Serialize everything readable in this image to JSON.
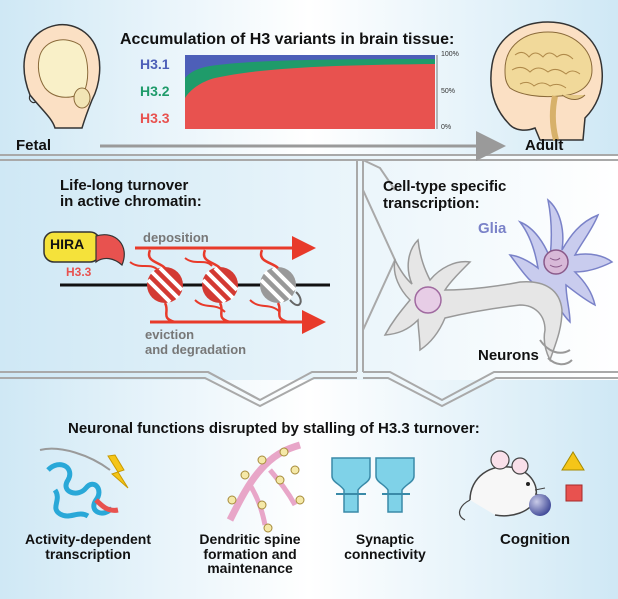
{
  "top": {
    "title": "Accumulation of H3 variants in brain tissue:",
    "fetal_label": "Fetal",
    "adult_label": "Adult",
    "legend": [
      {
        "name": "H3.1",
        "color": "#4d5fb8"
      },
      {
        "name": "H3.2",
        "color": "#1f9b6a"
      },
      {
        "name": "H3.3",
        "color": "#e8524f"
      }
    ],
    "axis_ticks": [
      "100%",
      "50%",
      "0%"
    ]
  },
  "left_panel": {
    "title": "Life-long turnover\nin active chromatin:",
    "hira_label": "HIRA",
    "h33_label": "H3.3",
    "deposition_label": "deposition",
    "eviction_label": "eviction\nand degradation"
  },
  "right_panel": {
    "title": "Cell-type specific\ntranscription:",
    "glia_label": "Glia",
    "neurons_label": "Neurons"
  },
  "bottom": {
    "title": "Neuronal functions disrupted by stalling of H3.3 turnover:",
    "functions": [
      {
        "label": "Activity-dependent\ntranscription",
        "icon": "chromatin-lightning-icon"
      },
      {
        "label": "Dendritic spine\nformation and\nmaintenance",
        "icon": "dendritic-spine-icon"
      },
      {
        "label": "Synaptic\nconnectivity",
        "icon": "synapse-icon"
      },
      {
        "label": "Cognition",
        "icon": "mouse-cognition-icon"
      }
    ]
  },
  "colors": {
    "panel_blue": "#d6ebf6",
    "h33_red": "#e8524f",
    "arrow_red": "#e83a2a",
    "glia_purple": "#8b93d8",
    "hira_yellow": "#f5e23a"
  }
}
